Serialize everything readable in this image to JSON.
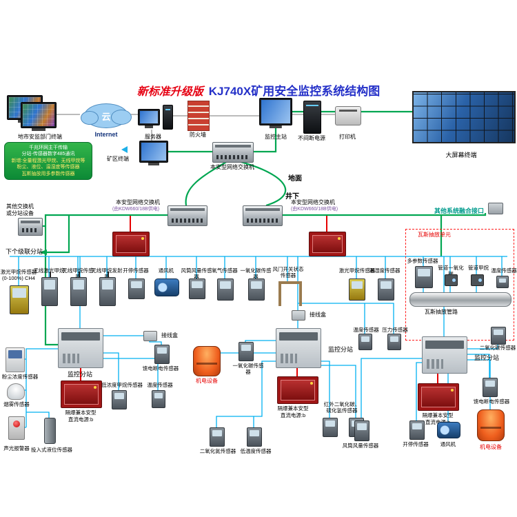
{
  "title": {
    "badge": "新标准升级版",
    "main": "KJ740X矿用安全监控系统结构图"
  },
  "ground": {
    "city_terminal": "地市安监部门终端",
    "cloud": "云",
    "internet": "Internet",
    "server": "服务器",
    "firewall": "防火墙",
    "mine_terminal": "矿区终端",
    "main_station": "监控主站",
    "ups": "不间断电源",
    "printer": "打印机",
    "big_screen": "大屏幕终端",
    "surface": "地面",
    "underground": "井下",
    "info_lines": {
      "l1": "千兆环网主干传输",
      "l2": "分站-传感器数字485通讯",
      "l3": "新增:全量程激光甲烷、无线甲烷等",
      "l4": "粉尘、液位、温湿度等传感器",
      "l5": "瓦斯抽放用多参数传感器"
    }
  },
  "network": {
    "switch_top": "本安型网络交换机",
    "switch_name": "本安型网络交换机",
    "switch_power": "(由KDW660/18B供电)",
    "other_switch_l1": "其他交换机",
    "other_switch_l2": "或分站设备",
    "fusion_interface": "其他系统融合接口",
    "next_substation": "下个级联分站"
  },
  "gas": {
    "unit": "瓦斯抽放单元",
    "pipe": "瓦斯抽放管路"
  },
  "stations": {
    "substation": "监控分站",
    "junction": "接线盒",
    "equipment": "机电设备",
    "power_l1": "隔爆兼本安型",
    "power_l2": "直流电源:b"
  },
  "sensors": {
    "laser_ch4": "激光甲烷传感器",
    "laser_range": "(0-100%) CH4",
    "wireless_laser": "无线激光甲烷",
    "wireless_ch4": "无线甲烷传感器",
    "wireless_tx": "无线甲烷发射器",
    "on_off": "开停传感器",
    "fan": "通风机",
    "duct_airflow": "风筒风量传感器",
    "oxygen": "氧气传感器",
    "co": "一氧化碳传感器",
    "door_state": "风门开关状态传感器",
    "temp_humidity": "温湿度传感器",
    "multi_param": "多参数传感器",
    "pipe_co": "管道一氧化碳",
    "pipe_ch4": "管道甲烷",
    "temp": "温度传感器",
    "pressure": "压力传感器",
    "dust": "粉尘浓度传感器",
    "smoke": "烟雾传感器",
    "alarm": "声光报警器",
    "level": "投入式液位传感器",
    "low_ch4": "低浓度甲烷传感器",
    "feed_break": "馈电断电传感器",
    "co2": "二氧化碳传感器",
    "no2": "二氧化氮传感器",
    "low_temp": "低温度传感器",
    "ir_l1": "红外二氧化碳、",
    "ir_l2": "硫化氢传感器"
  }
}
